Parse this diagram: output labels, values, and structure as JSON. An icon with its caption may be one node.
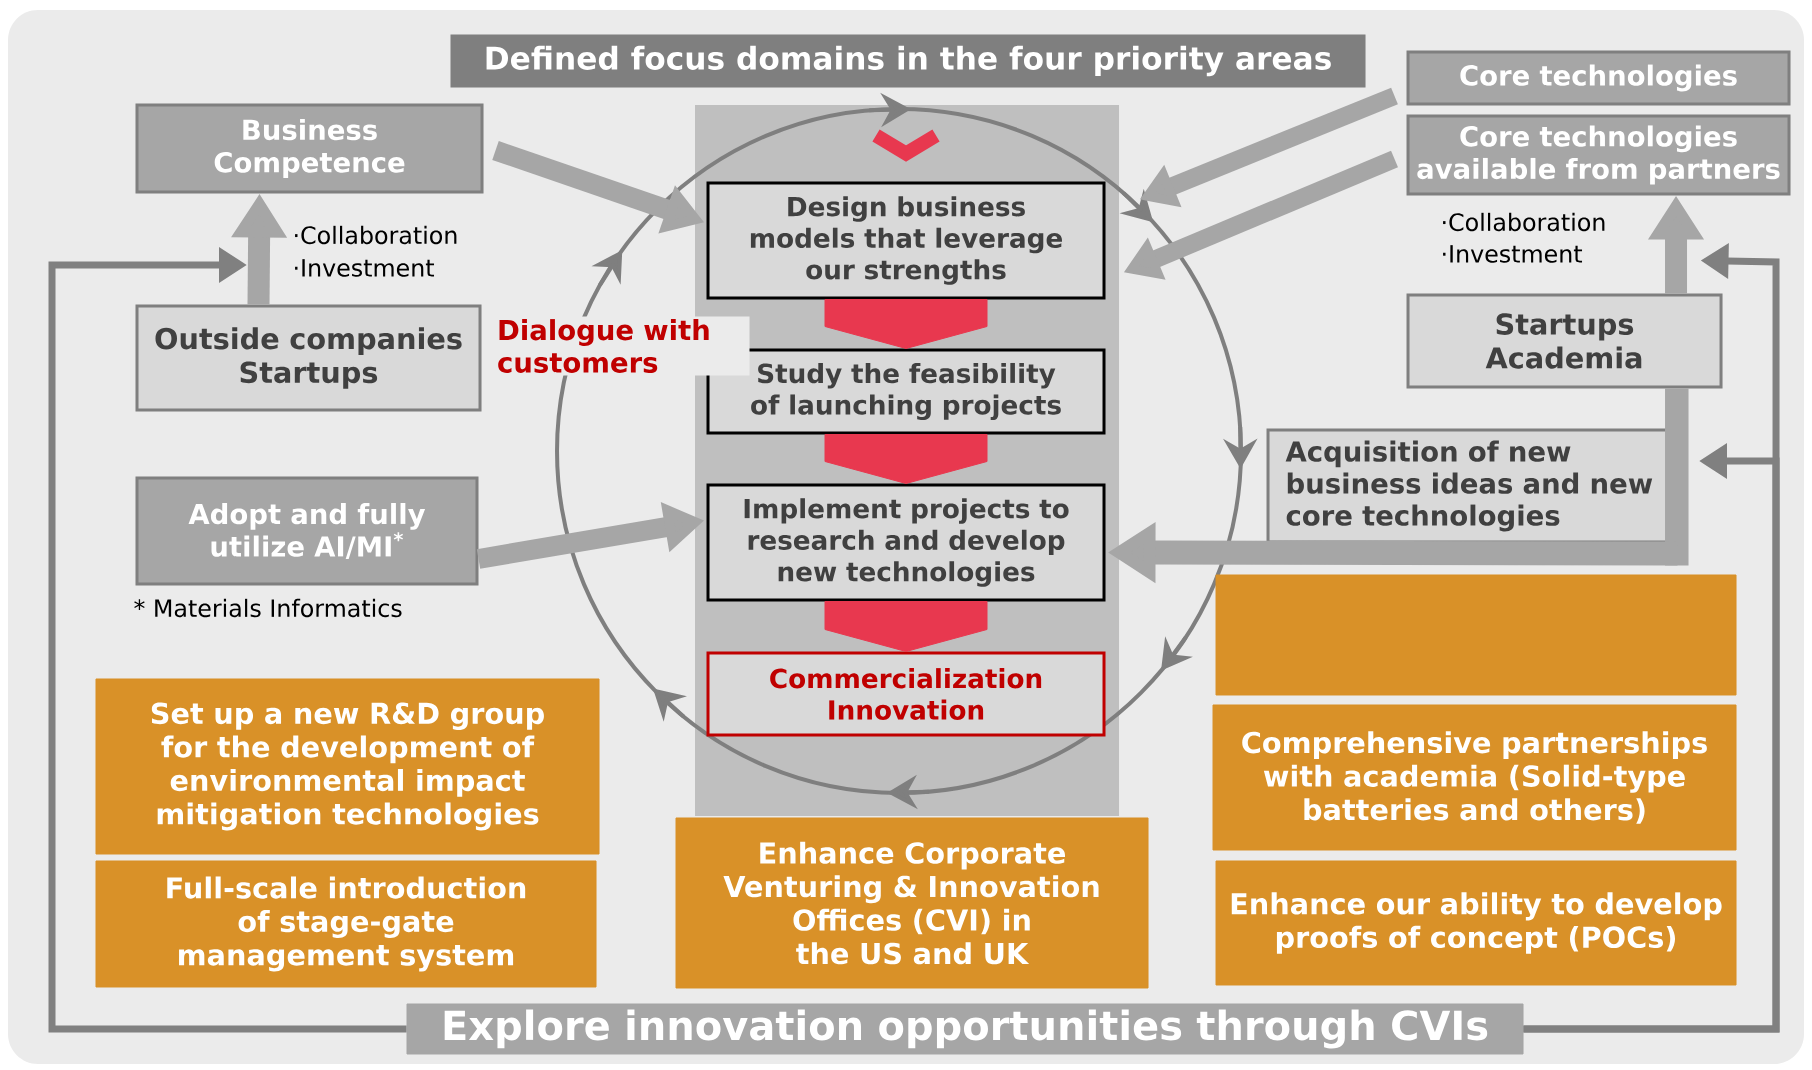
{
  "diagram": {
    "title": "Defined focus domains in the four priority areas",
    "nodes": [
      {
        "text": [
          "Business Competence"
        ]
      },
      {
        "text": [
          "Outside companies Startups"
        ]
      },
      {
        "text": [
          "Adopt and fully utilize AI/MI$^{*}$"
        ],
        "beside": [
          "* Materials Informatics"
        ]
      },
      {
        "text": [
          "Design business models that leverage our strengths"
        ]
      },
      {
        "text": [
          "Study the feasibility of launching projects"
        ]
      },
      {
        "text": [
          "Implement projects to research and develop new technologies"
        ]
      },
      {
        "text": [
          "Commercialization Innovation"
        ]
      },
      {
        "text": [
          "Core technologies"
        ]
      },
      {
        "text": [
          "Core technologies available from partners"
        ]
      },
      {
        "text": [
          "Startups Academia"
        ]
      },
      {
        "text": [
          "Acquisition of new business ideas and new core technologies"
        ]
      },
      {
        "text": [
          "Set up a new R&D group for the development of environmental impact mitigation technologies"
        ]
      },
      {
        "text": [
          "Full-scale introduction of stage-gate management system"
        ]
      },
      {
        "text": [
          "Enhance Corporate Venturing & Innovation Offices (CVI) in the US and UK"
        ]
      },
      {
        "text": [],
        "shape": "box"
      },
      {
        "text": [
          "Comprehensive partnerships with academia (Solid-type batteries and others)"
        ]
      },
      {
        "text": [
          "Enhance our ability to develop proofs of concept (POCs)"
        ]
      },
      {
        "text": [
          "Explore innovation opportunities through CVIs"
        ]
      }
    ],
    "edges": [
      {
        "from": 1,
        "to": 0,
        "arrow": "to"
      },
      {
        "from": 0,
        "to": 3,
        "arrow": "to"
      },
      {
        "from": 2,
        "to": 5,
        "arrow": "to"
      },
      {
        "from": 7,
        "to": 3,
        "arrow": "to"
      },
      {
        "from": 8,
        "to": 3,
        "arrow": "to"
      },
      {
        "from": 9,
        "to": 8,
        "arrow": "to"
      },
      {
        "from": 10,
        "to": 5,
        "arrow": "to"
      },
      {
        "from": 3,
        "to": 4,
        "arrow": "to",
        "color": "#e8384f"
      },
      {
        "from": 4,
        "to": 5,
        "arrow": "to",
        "color": "#e8384f"
      },
      {
        "from": 5,
        "to": 6,
        "arrow": "to",
        "color": "#e8384f"
      },
      {
        "from": null,
        "to": 3,
        "arrow": "to",
        "color": "#e8384f"
      },
      {
        "from": 17,
        "to": null,
        "arrow": "to",
        "color": "#808080"
      },
      {
        "from": 17,
        "to": 9,
        "arrow": "to",
        "color": "#808080"
      },
      {
        "from": 17,
        "to": null,
        "arrow": "to",
        "color": "#808080"
      }
    ],
    "labels": [
      "·Collaboration",
      "·Investment",
      "Dialogue with customers",
      "·Collaboration",
      "·Investment"
    ]
  }
}
